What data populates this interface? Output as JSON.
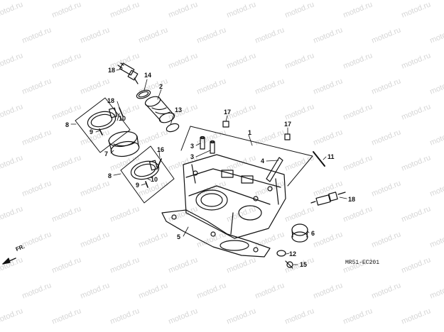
{
  "watermark": "motod.ru",
  "diagram_code": "MR51-EC201",
  "front_label": "FR.",
  "colors": {
    "line": "#111111",
    "watermark": "#d6d6d6"
  },
  "callouts": [
    {
      "id": "c18a",
      "label": "18"
    },
    {
      "id": "c14",
      "label": "14"
    },
    {
      "id": "c2",
      "label": "2"
    },
    {
      "id": "c13",
      "label": "13"
    },
    {
      "id": "c18b",
      "label": "18"
    },
    {
      "id": "c10a",
      "label": "10"
    },
    {
      "id": "c8a",
      "label": "8"
    },
    {
      "id": "c9a",
      "label": "9"
    },
    {
      "id": "c7",
      "label": "7"
    },
    {
      "id": "c16",
      "label": "16"
    },
    {
      "id": "c8b",
      "label": "8"
    },
    {
      "id": "c9b",
      "label": "9"
    },
    {
      "id": "c10b",
      "label": "10"
    },
    {
      "id": "c17a",
      "label": "17"
    },
    {
      "id": "c1",
      "label": "1"
    },
    {
      "id": "c17b",
      "label": "17"
    },
    {
      "id": "c3a",
      "label": "3"
    },
    {
      "id": "c3b",
      "label": "3"
    },
    {
      "id": "c4",
      "label": "4"
    },
    {
      "id": "c11",
      "label": "11"
    },
    {
      "id": "c18c",
      "label": "18"
    },
    {
      "id": "c6",
      "label": "6"
    },
    {
      "id": "c5",
      "label": "5"
    },
    {
      "id": "c12",
      "label": "12"
    },
    {
      "id": "c15",
      "label": "15"
    }
  ]
}
